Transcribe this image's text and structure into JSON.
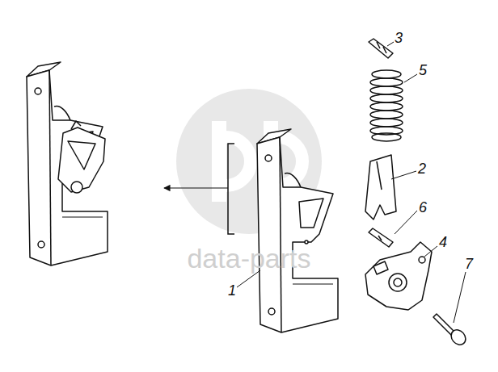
{
  "diagram": {
    "labels": [
      "3",
      "5",
      "2",
      "6",
      "4",
      "7",
      "1",
      "data-parts"
    ]
  }
}
